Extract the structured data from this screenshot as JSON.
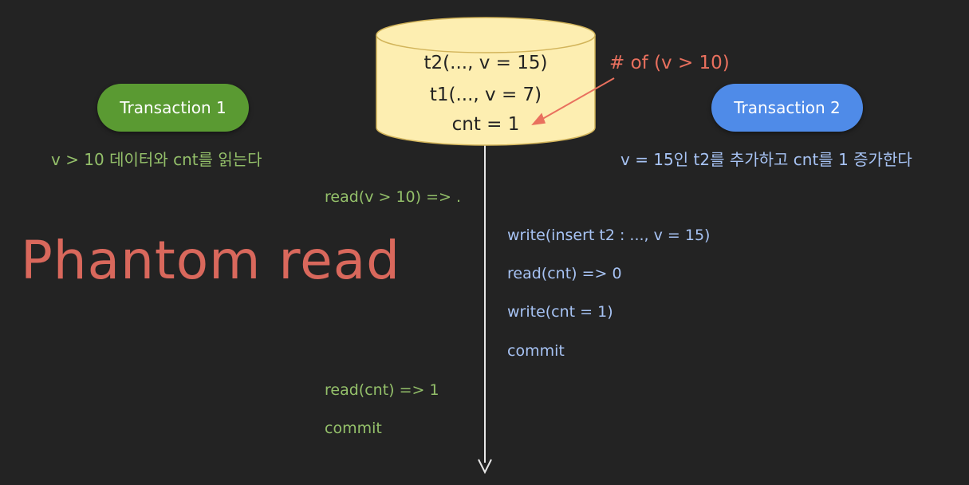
{
  "colors": {
    "background": "#232323",
    "transaction1": "#5a9a32",
    "transaction1_text": "#94c06a",
    "transaction2": "#4f8be8",
    "transaction2_text": "#a7c3f4",
    "db_fill": "#fdeeb1",
    "db_stroke": "#d2b45a",
    "title": "#d9685c",
    "note": "#e9705e",
    "timeline": "#e8e8e8"
  },
  "database": {
    "rows": [
      "t2(..., v = 15)",
      "t1(..., v = 7)",
      "cnt = 1"
    ],
    "note": "# of (v > 10)"
  },
  "transaction1": {
    "label": "Transaction 1",
    "description": "v > 10 데이터와 cnt를 읽는다",
    "ops": [
      "read(v > 10) => .",
      "read(cnt) => 1",
      "commit"
    ]
  },
  "transaction2": {
    "label": "Transaction 2",
    "description": "v = 15인 t2를 추가하고 cnt를 1 증가한다",
    "ops": [
      "write(insert t2 : ..., v = 15)",
      "read(cnt) => 0",
      "write(cnt = 1)",
      "commit"
    ]
  },
  "title": "Phantom read"
}
